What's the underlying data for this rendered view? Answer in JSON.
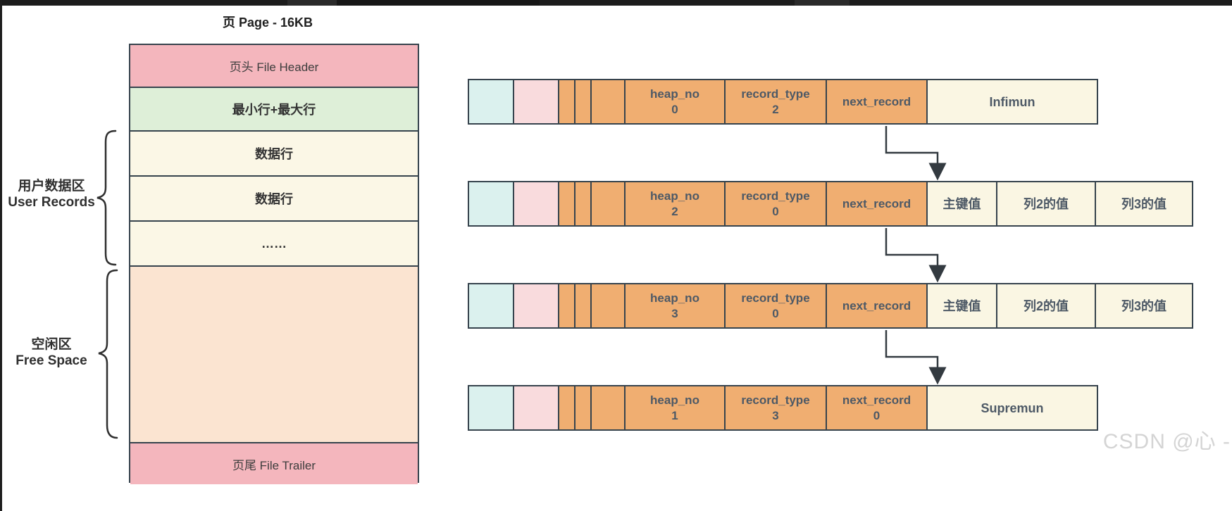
{
  "page": {
    "title": "页 Page - 16KB",
    "sections": [
      {
        "name": "file-header",
        "label": "页头 File Header"
      },
      {
        "name": "min-max-row",
        "label": "最小行+最大行"
      },
      {
        "name": "data-row-1",
        "label": "数据行"
      },
      {
        "name": "data-row-2",
        "label": "数据行"
      },
      {
        "name": "ellipsis-row",
        "label": "……"
      },
      {
        "name": "free-space",
        "label": ""
      },
      {
        "name": "file-trailer",
        "label": "页尾 File Trailer"
      }
    ],
    "annotations": [
      {
        "line1": "用户数据区",
        "line2": "User Records"
      },
      {
        "line1": "空闲区",
        "line2": "Free Space"
      }
    ]
  },
  "records": [
    {
      "heap_label": "heap_no",
      "heap_value": "0",
      "type_label": "record_type",
      "type_value": "2",
      "next_label": "next_record",
      "next_value": "",
      "tail_label": "Infimun"
    },
    {
      "heap_label": "heap_no",
      "heap_value": "2",
      "type_label": "record_type",
      "type_value": "0",
      "next_label": "next_record",
      "next_value": "",
      "pk_label": "主键值",
      "col2_label": "列2的值",
      "col3_label": "列3的值"
    },
    {
      "heap_label": "heap_no",
      "heap_value": "3",
      "type_label": "record_type",
      "type_value": "0",
      "next_label": "next_record",
      "next_value": "",
      "pk_label": "主键值",
      "col2_label": "列2的值",
      "col3_label": "列3的值"
    },
    {
      "heap_label": "heap_no",
      "heap_value": "1",
      "type_label": "record_type",
      "type_value": "3",
      "next_label": "next_record",
      "next_value": "0",
      "tail_label": "Supremun"
    }
  ],
  "watermark": {
    "text": "CSDN @心 -"
  },
  "colors": {
    "border": "#36434d",
    "record_orange": "#f0ae71",
    "record_cyan": "#dbf1ee",
    "record_pink": "#f9dbdd",
    "record_cream": "#faf6e3",
    "page_pink": "#f4b6bd",
    "page_green": "#deefd8",
    "page_cream": "#fbf7e6",
    "page_peach": "#fbe4d1",
    "arrow": "#333a40"
  }
}
